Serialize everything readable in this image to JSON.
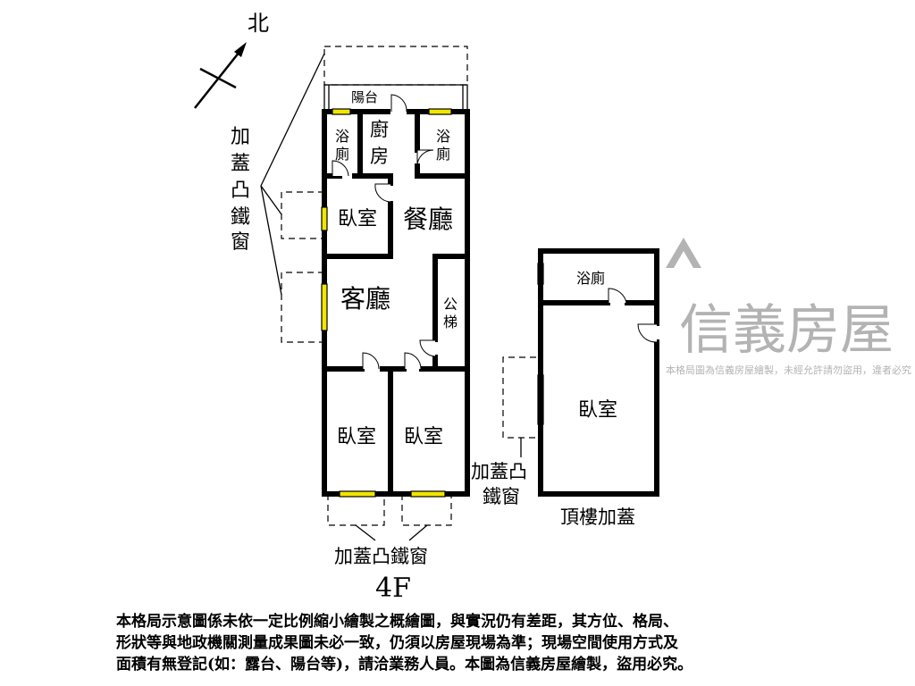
{
  "north": "北",
  "labels": {
    "balcony": "陽台",
    "bath_left": [
      "浴",
      "廁"
    ],
    "kitchen": [
      "廚",
      "房"
    ],
    "bath_right": [
      "浴",
      "廁"
    ],
    "bedroom_upper": "臥室",
    "dining": "餐廳",
    "living": "客廳",
    "stairs": [
      "公",
      "梯"
    ],
    "bedroom_bl": "臥室",
    "bedroom_br": "臥室",
    "bay_left": [
      "加",
      "蓋",
      "凸",
      "鐵",
      "窗"
    ],
    "bay_bottom": "加蓋凸鐵窗",
    "bay_right": [
      "加蓋凸",
      "鐵窗"
    ],
    "roof_bath": "浴廁",
    "roof_bedroom": "臥室",
    "roof_title": "頂樓加蓋",
    "floor": "4F"
  },
  "watermark": {
    "brand": "信義房屋",
    "notice": "本格局圖為信義房屋繪製，未經允許請勿盜用，違者必究"
  },
  "disclaimer": [
    "本格局示意圖係未依一定比例縮小繪製之概繪圖，與實況仍有差距，其方位、格局、",
    "形狀等與地政機關測量成果圖未必一致，仍須以房屋現場為準；現場空間使用方式及",
    "面積有無登記(如：露台、陽台等)，請洽業務人員。本圖為信義房屋繪製，盜用必究。"
  ],
  "colors": {
    "window": "#f2e600",
    "watermark": "#9a9a9a",
    "wall": "#000000"
  }
}
